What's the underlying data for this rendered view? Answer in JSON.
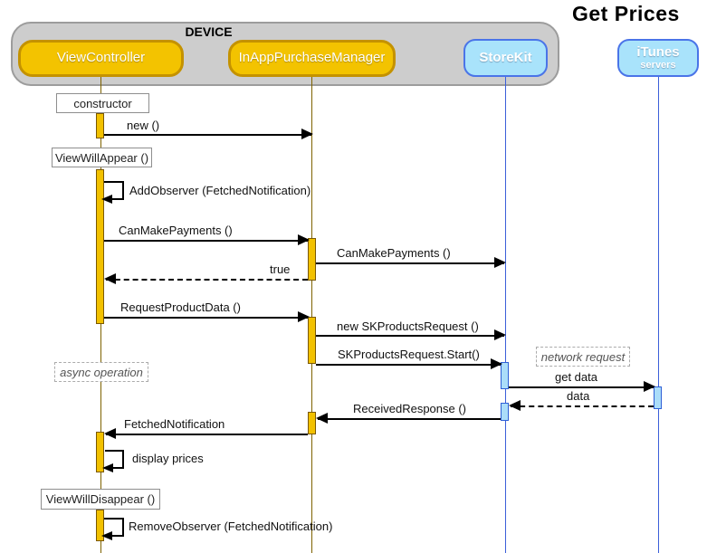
{
  "title": "Get Prices",
  "device": {
    "label": "DEVICE"
  },
  "actors": {
    "viewcontroller": {
      "label": "ViewController"
    },
    "inapppurchasemanager": {
      "label": "InAppPurchaseManager"
    },
    "storekit": {
      "label": "StoreKit"
    },
    "itunes": {
      "label": "iTunes",
      "sublabel": "servers"
    }
  },
  "notes": {
    "constructor": {
      "label": "constructor"
    },
    "view_will_appear": {
      "label": "ViewWillAppear ()"
    },
    "async_operation": {
      "label": "async operation"
    },
    "network_request": {
      "label": "network request"
    },
    "view_will_disappear": {
      "label": "ViewWillDisappear ()"
    }
  },
  "messages": {
    "new": {
      "label": "new ()",
      "line": "solid",
      "from": "ViewController",
      "to": "InAppPurchaseManager"
    },
    "add_observer": {
      "label": "AddObserver (FetchedNotification)",
      "line": "self",
      "from": "ViewController",
      "to": "ViewController"
    },
    "can_make_payments_1": {
      "label": "CanMakePayments ()",
      "line": "solid",
      "from": "ViewController",
      "to": "InAppPurchaseManager"
    },
    "can_make_payments_2": {
      "label": "CanMakePayments ()",
      "line": "solid",
      "from": "InAppPurchaseManager",
      "to": "StoreKit"
    },
    "true_return": {
      "label": "true",
      "line": "dashed",
      "from": "InAppPurchaseManager",
      "to": "ViewController"
    },
    "request_product_data": {
      "label": "RequestProductData ()",
      "line": "solid",
      "from": "ViewController",
      "to": "InAppPurchaseManager"
    },
    "new_sk_products_request": {
      "label": "new SKProductsRequest ()",
      "line": "solid",
      "from": "InAppPurchaseManager",
      "to": "StoreKit"
    },
    "sk_products_request_start": {
      "label": "SKProductsRequest.Start()",
      "line": "solid",
      "from": "InAppPurchaseManager",
      "to": "StoreKit"
    },
    "get_data": {
      "label": "get data",
      "line": "solid",
      "from": "StoreKit",
      "to": "iTunes"
    },
    "data_return": {
      "label": "data",
      "line": "dashed",
      "from": "iTunes",
      "to": "StoreKit"
    },
    "received_response": {
      "label": "ReceivedResponse ()",
      "line": "solid",
      "from": "StoreKit",
      "to": "InAppPurchaseManager"
    },
    "fetched_notification": {
      "label": "FetchedNotification",
      "line": "solid",
      "from": "InAppPurchaseManager",
      "to": "ViewController"
    },
    "display_prices": {
      "label": "display prices",
      "line": "self",
      "from": "ViewController",
      "to": "ViewController"
    },
    "remove_observer": {
      "label": "RemoveObserver (FetchedNotification)",
      "line": "self",
      "from": "ViewController",
      "to": "ViewController"
    }
  },
  "colors": {
    "actor_gold_fill": "#F3C300",
    "actor_gold_border": "#C49200",
    "actor_blue_fill": "#A9E3FB",
    "actor_blue_border": "#4A74E8",
    "device_fill": "#CDCDCD",
    "device_border": "#9C9C9C",
    "lifeline_gold": "#7E6200",
    "lifeline_blue": "#3B5FD9",
    "activation_gold": "#F2C100",
    "activation_blue": "#ABDDF9",
    "message_line": "#000000"
  }
}
